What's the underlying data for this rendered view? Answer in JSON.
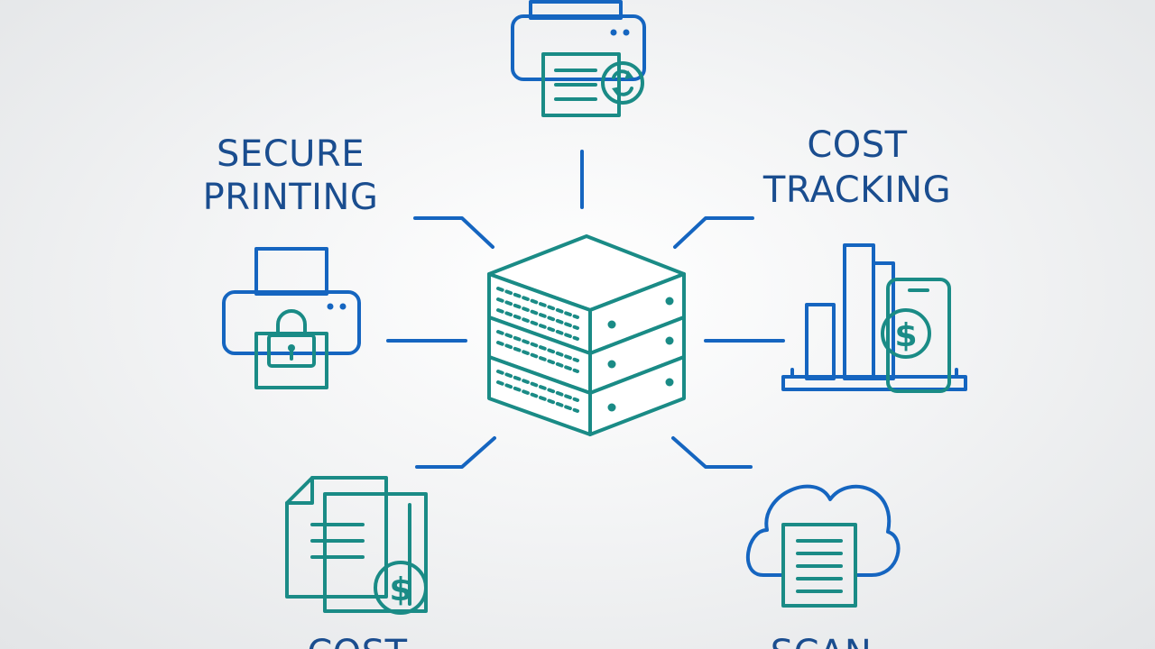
{
  "colors": {
    "primary_blue": "#1565c0",
    "label_blue": "#1a4d8f",
    "accent_green": "#1f8f7c"
  },
  "hub": {
    "icon": "server-stack-icon"
  },
  "nodes": {
    "top": {
      "icon": "printer-recycle-icon"
    },
    "secure_printing": {
      "label_line1": "SECURE",
      "label_line2": "PRINTING",
      "icon": "printer-lock-icon"
    },
    "cost_tracking": {
      "label_line1": "COST",
      "label_line2": "TRACKING",
      "icon": "bar-chart-dollar-icon"
    },
    "cost": {
      "label_line1": "COST",
      "icon": "documents-dollar-icon"
    },
    "scan": {
      "label_line1": "SCAN",
      "icon": "cloud-document-icon"
    }
  }
}
